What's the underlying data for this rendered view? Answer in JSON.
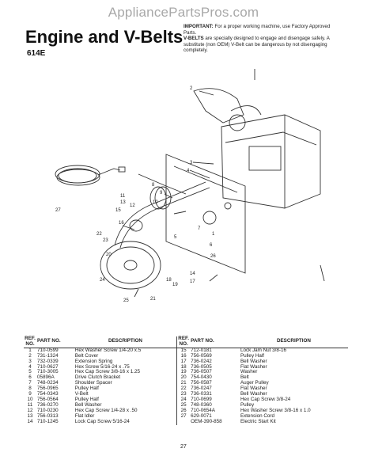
{
  "site": "AppliancePartsPros.com",
  "title": "Engine and V-Belts",
  "model": "614E",
  "notice": {
    "important_label": "IMPORTANT:",
    "important_text": "For a proper working machine, use Factory Approved Parts.",
    "vbelts_label": "V-BELTS",
    "vbelts_text": "are specially designed to engage and disengage safely. A substitute (non OEM) V-Belt can be dangerous by not disengaging completely."
  },
  "callouts": [
    "1",
    "2",
    "3",
    "4",
    "5",
    "6",
    "7",
    "8",
    "9",
    "10",
    "11",
    "12",
    "13",
    "14",
    "15",
    "16",
    "17",
    "18",
    "19",
    "20",
    "21",
    "22",
    "23",
    "24",
    "25",
    "26",
    "27"
  ],
  "table": {
    "header_ref": "REF. NO.",
    "header_part": "PART NO.",
    "header_desc": "DESCRIPTION",
    "rows": [
      {
        "l_ref": "1",
        "l_part": "710-0599",
        "l_desc": "Hex Washer Screw 1/4-20 x.5",
        "r_ref": "15",
        "r_part": "712-0181",
        "r_desc": "Lock Jam Nut 3/8-16"
      },
      {
        "l_ref": "2",
        "l_part": "731-1324",
        "l_desc": "Belt Cover",
        "r_ref": "16",
        "r_part": "756-0569",
        "r_desc": "Pulley Half"
      },
      {
        "l_ref": "3",
        "l_part": "732-0339",
        "l_desc": "Extension Spring",
        "r_ref": "17",
        "r_part": "736-0242",
        "r_desc": "Bell Washer"
      },
      {
        "l_ref": "4",
        "l_part": "710-0627",
        "l_desc": "Hex Screw 5/16-24 x .75",
        "r_ref": "18",
        "r_part": "736-0505",
        "r_desc": "Flat Washer"
      },
      {
        "l_ref": "5",
        "l_part": "710-3005",
        "l_desc": "Hex Cap Screw 3/8-16 x 1.25",
        "r_ref": "19",
        "r_part": "736-0507",
        "r_desc": "Washer"
      },
      {
        "l_ref": "6",
        "l_part": "05896A",
        "l_desc": "Drive Clutch Bracket",
        "r_ref": "20",
        "r_part": "754-0430",
        "r_desc": "Belt"
      },
      {
        "l_ref": "7",
        "l_part": "748-0234",
        "l_desc": "Shoulder Spacer",
        "r_ref": "21",
        "r_part": "756-0587",
        "r_desc": "Auger Pulley"
      },
      {
        "l_ref": "8",
        "l_part": "756-0965",
        "l_desc": "Pulley Half",
        "r_ref": "22",
        "r_part": "736-0247",
        "r_desc": "Flat Washer"
      },
      {
        "l_ref": "9",
        "l_part": "754-0343",
        "l_desc": "V-Belt",
        "r_ref": "23",
        "r_part": "736-0331",
        "r_desc": "Bell Washer"
      },
      {
        "l_ref": "10",
        "l_part": "756-0564",
        "l_desc": "Pulley Half",
        "r_ref": "24",
        "r_part": "710-0699",
        "r_desc": "Hex Cap Screw 3/8-24"
      },
      {
        "l_ref": "11",
        "l_part": "736-0270",
        "l_desc": "Bell Washer",
        "r_ref": "25",
        "r_part": "748-0360",
        "r_desc": "Pulley"
      },
      {
        "l_ref": "12",
        "l_part": "710-0230",
        "l_desc": "Hex Cap Screw 1/4-28 x .50",
        "r_ref": "26",
        "r_part": "710-0654A",
        "r_desc": "Hex Washer Screw 3/8-16 x 1.0"
      },
      {
        "l_ref": "13",
        "l_part": "756-0313",
        "l_desc": "Flat Idler",
        "r_ref": "27",
        "r_part": "629-0071",
        "r_desc": "Extension Cord"
      },
      {
        "l_ref": "14",
        "l_part": "710-1245",
        "l_desc": "Lock Cap Screw 5/16-24",
        "r_ref": "",
        "r_part": "OEM-390-858",
        "r_desc": "Electric Start Kit"
      }
    ]
  },
  "page_number": "27"
}
